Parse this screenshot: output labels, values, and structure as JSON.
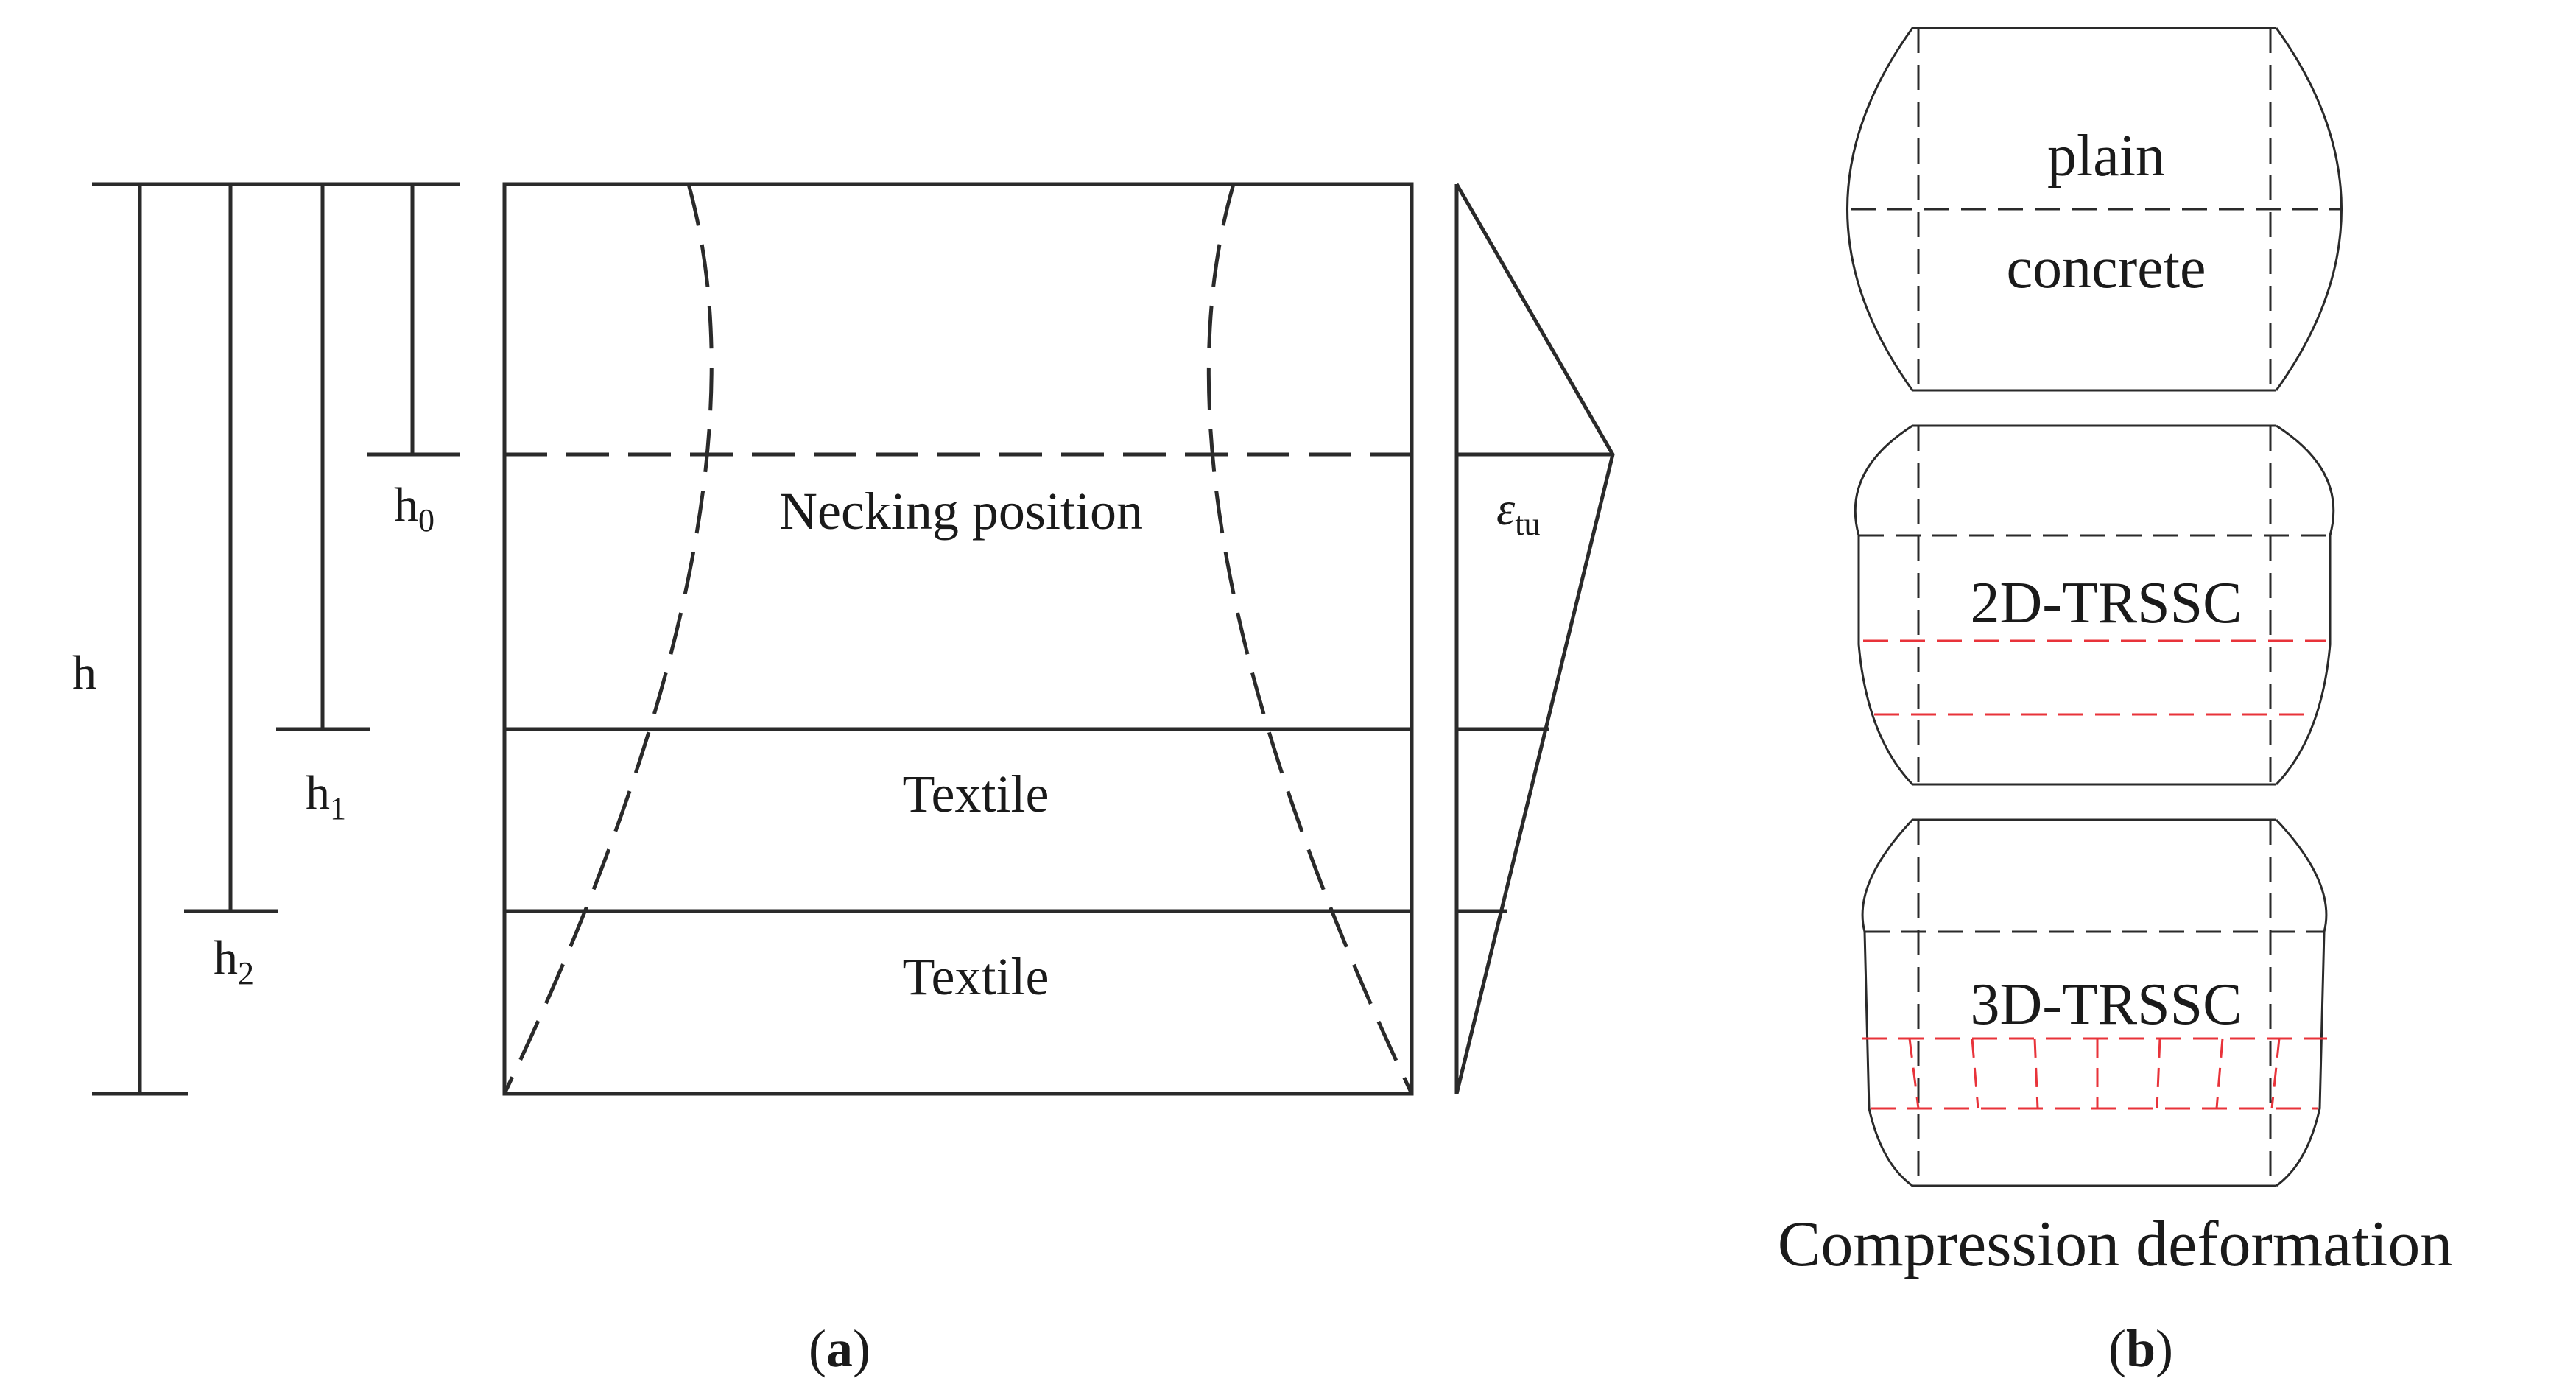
{
  "panel_a": {
    "heights": {
      "h": "h",
      "h0": "h",
      "h0_sub": "0",
      "h1": "h",
      "h1_sub": "1",
      "h2": "h",
      "h2_sub": "2"
    },
    "necking_label": "Necking position",
    "textile_label_1": "Textile",
    "textile_label_2": "Textile",
    "strain_symbol": "ε",
    "strain_sub": "tu",
    "caption_open": "(",
    "caption_letter": "a",
    "caption_close": ")"
  },
  "panel_b": {
    "plain_line1": "plain",
    "plain_line2": "concrete",
    "label_2d": "2D-TRSSC",
    "label_3d": "3D-TRSSC",
    "title": "Compression deformation",
    "caption_open": "(",
    "caption_letter": "b",
    "caption_close": ")",
    "reinforcement_color": "#e8333a"
  }
}
